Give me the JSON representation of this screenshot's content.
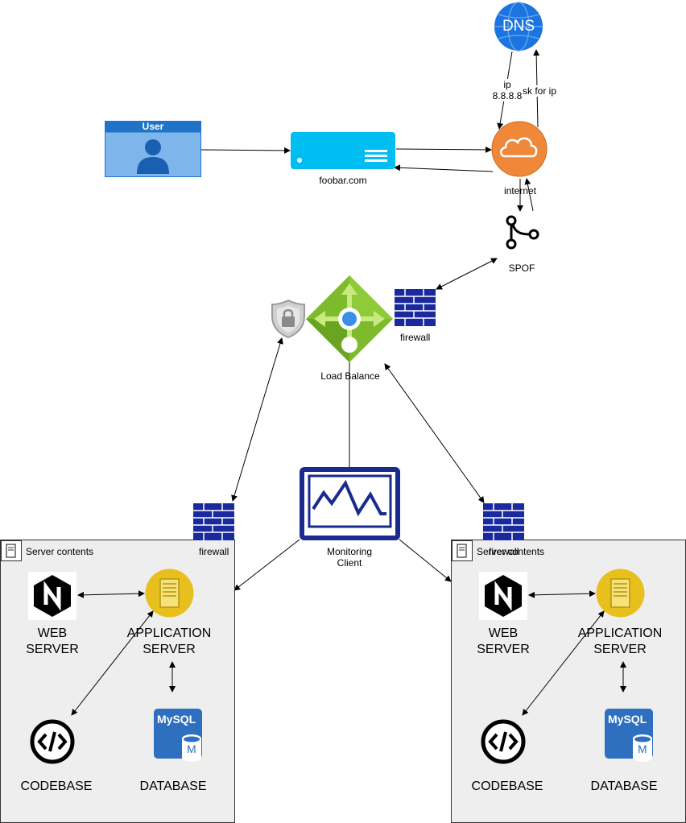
{
  "nodes": {
    "user": {
      "label": "User"
    },
    "domain": {
      "label": "foobar.com"
    },
    "dns": {
      "label": "DNS"
    },
    "internet": {
      "label": "internet"
    },
    "dns_edges": {
      "ip_label_line1": "ip",
      "ip_label_line2": "8.8.8.8",
      "ask_label": "sk for ip"
    },
    "spof": {
      "label": "SPOF"
    },
    "load_balancer": {
      "label": "Load Balance"
    },
    "firewall_top": {
      "label": "firewall"
    },
    "firewall_left": {
      "label": "firewall"
    },
    "firewall_right": {
      "label": "firewall"
    },
    "monitoring": {
      "label_line1": "Monitoring",
      "label_line2": "Client"
    }
  },
  "server_left": {
    "title": "Server contents",
    "web_server": {
      "line1": "WEB",
      "line2": "SERVER"
    },
    "app_server": {
      "line1": "APPLICATION",
      "line2": "SERVER"
    },
    "codebase": {
      "label": "CODEBASE"
    },
    "database": {
      "label": "DATABASE",
      "badge": "MySQL",
      "badge_letter": "M"
    }
  },
  "server_right": {
    "title": "Server contents",
    "web_server": {
      "line1": "WEB",
      "line2": "SERVER"
    },
    "app_server": {
      "line1": "APPLICATION",
      "line2": "SERVER"
    },
    "codebase": {
      "label": "CODEBASE"
    },
    "database": {
      "label": "DATABASE",
      "badge": "MySQL",
      "badge_letter": "M"
    }
  },
  "colors": {
    "user_header": "#1f74c8",
    "user_body": "#7eb6ec",
    "domain": "#00bef2",
    "dns": "#1b74e0",
    "internet": "#f0883a",
    "firewall": "#1a2a9e",
    "lb_green": "#7dbb2c",
    "lb_dark": "#5a8f1c",
    "monitor": "#1a2a8e",
    "app_server": "#e8c01e",
    "mysql": "#2f6fbf"
  }
}
